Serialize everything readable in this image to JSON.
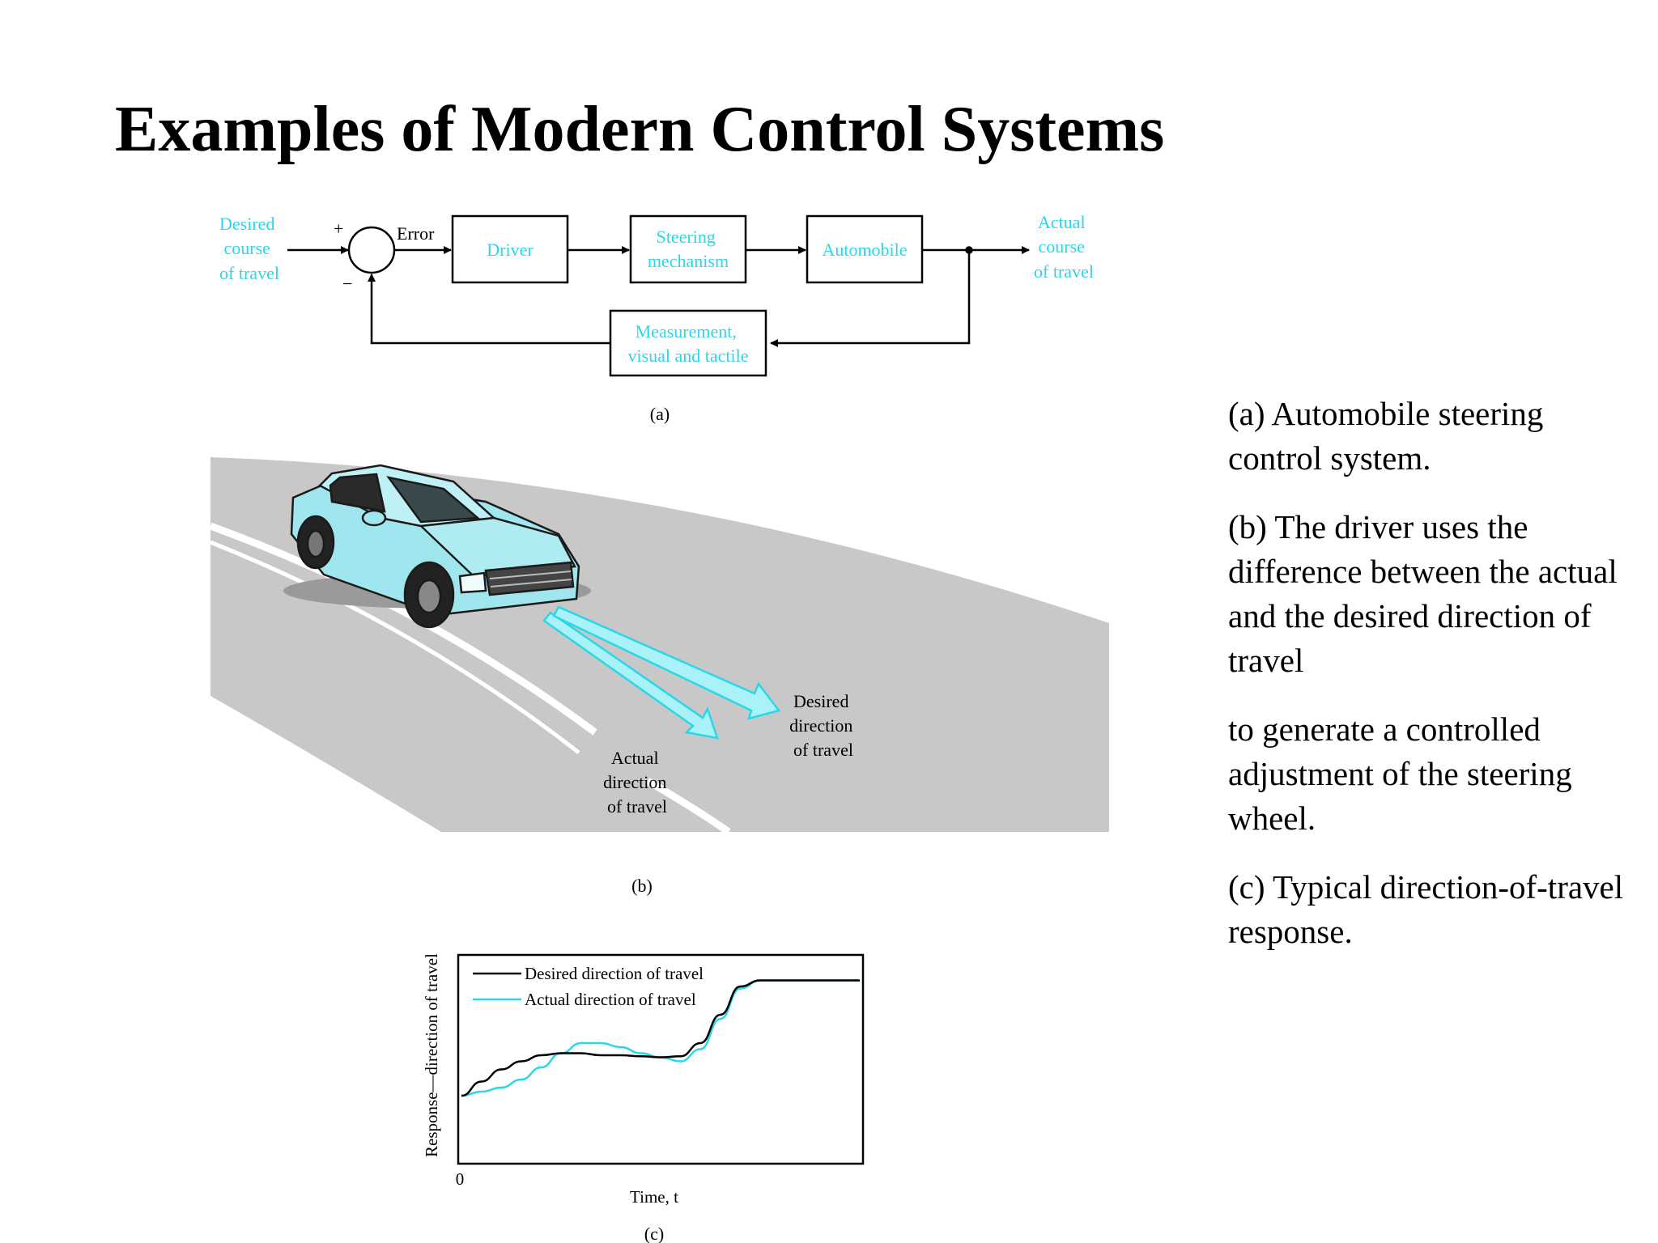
{
  "slide": {
    "title": "Examples of Modern Control Systems"
  },
  "diagram_a": {
    "input_label": [
      "Desired",
      "course",
      "of travel"
    ],
    "plus_sign": "+",
    "minus_sign": "−",
    "error_label": "Error",
    "blocks": {
      "driver": "Driver",
      "steering": [
        "Steering",
        "mechanism"
      ],
      "automobile": "Automobile",
      "measurement": [
        "Measurement,",
        "visual and tactile"
      ]
    },
    "output_label": [
      "Actual",
      "course",
      "of travel"
    ],
    "panel_label": "(a)",
    "label_color": "#2ad6e8"
  },
  "illustration_b": {
    "desired_label": [
      "Desired",
      "direction",
      "of travel"
    ],
    "actual_label": [
      "Actual",
      "direction",
      "of travel"
    ],
    "panel_label": "(b)",
    "road_color": "#c8c8c8",
    "car_color": "#9fe6ee"
  },
  "chart_c": {
    "ylabel": "Response—direction of travel",
    "xlabel": "Time, t",
    "x_origin_label": "0",
    "panel_label": "(c)",
    "legend": [
      {
        "name": "Desired direction of travel",
        "color": "#000000"
      },
      {
        "name": "Actual direction of travel",
        "color": "#2ad6e8"
      }
    ]
  },
  "chart_data": {
    "type": "line",
    "xlabel": "Time, t",
    "ylabel": "Response—direction of travel",
    "xlim": [
      0,
      10
    ],
    "ylim": [
      0,
      10
    ],
    "legend_position": "top-left",
    "grid": false,
    "series": [
      {
        "name": "Desired direction of travel",
        "color": "#000000",
        "x": [
          0,
          0.5,
          1,
          1.5,
          2,
          2.5,
          3,
          3.5,
          4,
          4.5,
          5,
          5.5,
          6,
          6.5,
          7,
          7.5,
          8,
          8.5,
          9,
          9.5,
          10
        ],
        "y": [
          3.2,
          3.9,
          4.5,
          4.9,
          5.2,
          5.3,
          5.3,
          5.2,
          5.2,
          5.15,
          5.1,
          5.15,
          5.8,
          7.2,
          8.6,
          8.9,
          8.9,
          8.9,
          8.9,
          8.9,
          8.9
        ]
      },
      {
        "name": "Actual direction of travel",
        "color": "#2ad6e8",
        "x": [
          0,
          0.5,
          1,
          1.5,
          2,
          2.5,
          3,
          3.5,
          4,
          4.5,
          5,
          5.5,
          6,
          6.5,
          7,
          7.5,
          8,
          8.5,
          9,
          9.5,
          10
        ],
        "y": [
          3.2,
          3.4,
          3.6,
          4.0,
          4.6,
          5.3,
          5.8,
          5.8,
          5.6,
          5.3,
          5.1,
          4.9,
          5.5,
          7.0,
          8.5,
          8.9,
          8.9,
          8.9,
          8.9,
          8.9,
          8.9
        ]
      }
    ]
  },
  "captions": [
    "(a) Automobile steering control system.",
    "(b) The driver uses the difference between the actual and the desired direction of travel",
    "to generate a controlled adjustment of the steering wheel.",
    "(c) Typical direction-of-travel response."
  ]
}
